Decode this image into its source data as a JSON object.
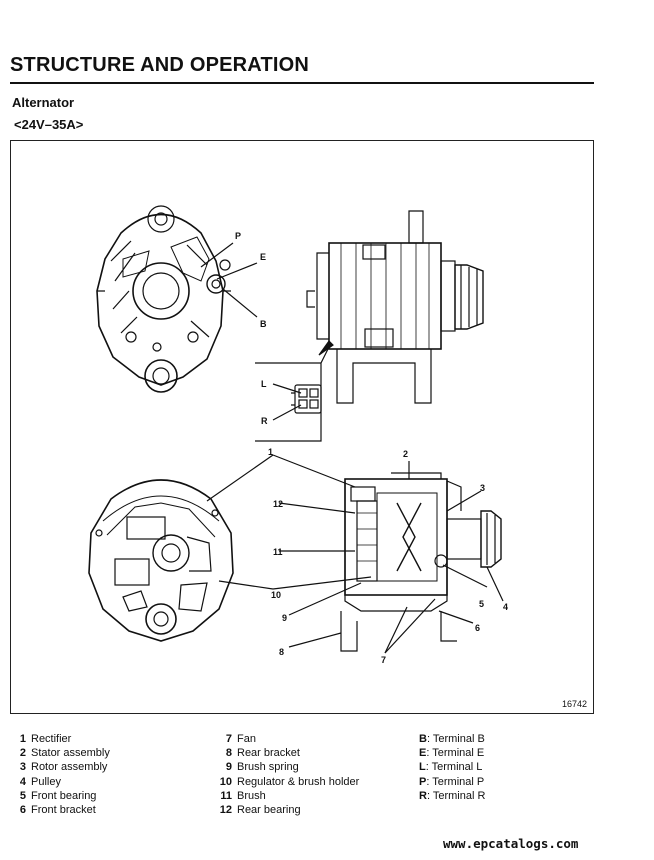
{
  "page": {
    "title": "STRUCTURE AND OPERATION",
    "section": "Alternator",
    "subsection": "<24V–35A>"
  },
  "figure": {
    "number": "16742",
    "callouts": {
      "p": "P",
      "e": "E",
      "b": "B",
      "l": "L",
      "r": "R",
      "c1": "1",
      "c2": "2",
      "c3": "3",
      "c4": "4",
      "c5": "5",
      "c6": "6",
      "c7": "7",
      "c8": "8",
      "c9": "9",
      "c10": "10",
      "c11": "11",
      "c12": "12"
    }
  },
  "legend": {
    "parts_left": [
      {
        "n": "1",
        "label": "Rectifier"
      },
      {
        "n": "2",
        "label": "Stator assembly"
      },
      {
        "n": "3",
        "label": "Rotor assembly"
      },
      {
        "n": "4",
        "label": "Pulley"
      },
      {
        "n": "5",
        "label": "Front bearing"
      },
      {
        "n": "6",
        "label": "Front bracket"
      }
    ],
    "parts_mid": [
      {
        "n": "7",
        "label": "Fan"
      },
      {
        "n": "8",
        "label": "Rear bracket"
      },
      {
        "n": "9",
        "label": "Brush spring"
      },
      {
        "n": "10",
        "label": "Regulator & brush holder"
      },
      {
        "n": "11",
        "label": "Brush"
      },
      {
        "n": "12",
        "label": "Rear bearing"
      }
    ],
    "terminals": [
      {
        "k": "B",
        "label": ": Terminal B"
      },
      {
        "k": "E",
        "label": ": Terminal E"
      },
      {
        "k": "L",
        "label": ": Terminal L"
      },
      {
        "k": "P",
        "label": ": Terminal P"
      },
      {
        "k": "R",
        "label": ": Terminal R"
      }
    ]
  },
  "watermark": "www.epcatalogs.com"
}
